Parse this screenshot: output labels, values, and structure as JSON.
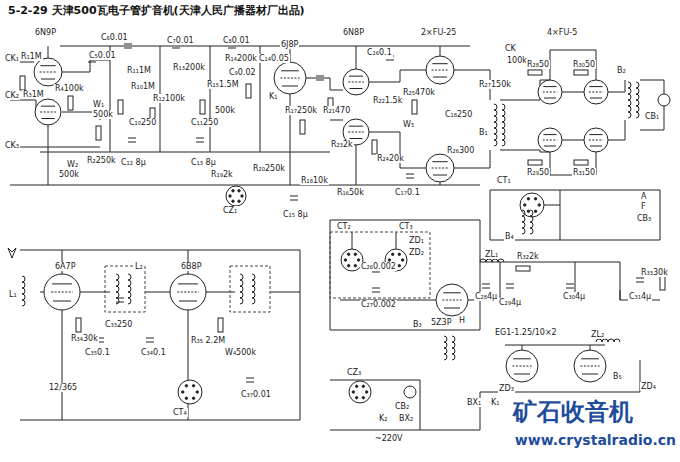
{
  "diagram": {
    "title": "5-2-29 天津500瓦电子管扩音机(天津人民广播器材厂出品)",
    "labels": [
      "CK₁",
      "R₁1M",
      "6N9P",
      "CK₂",
      "R₃1M",
      "CK₃",
      "W₂",
      "500k",
      "R₂250k",
      "R₄100k",
      "W₁",
      "500k",
      "C₅0.01",
      "C₆0.01",
      "C₇0.01",
      "C₈0.01",
      "R₁₁1M",
      "R₁₃200k",
      "R₁₄200k",
      "C₉0.02",
      "R₁₅1.5M",
      "K₁",
      "R₁₂100k",
      "C₁₀250",
      "C₁₁250",
      "R₁₀1M",
      "500k",
      "C₁₂ 8μ",
      "C₁₃ 8μ",
      "6J8P",
      "C₁₄0.05",
      "R₁₇250k",
      "R₁₉2k",
      "R₂₀250k",
      "CZ₁",
      "C₁₅ 8μ",
      "R₁₆50k",
      "R₁₈10k",
      "6N8P",
      "C₁₆0.1",
      "R₂₁470",
      "R₂₂1.5k",
      "R₂₃2k",
      "R₂₄20k",
      "C₁₇0.1",
      "2×FU-25",
      "R₂₅470k",
      "W₅",
      "C₁₈250",
      "R₂₆300",
      "R₂₇150k",
      "CK",
      "100k",
      "B₁",
      "4×FU-5",
      "R₂₈50",
      "R₃₀50",
      "R₂₉50",
      "R₃₁50",
      "B₂",
      "CB₁",
      "CT₁",
      "B₄",
      "A",
      "F",
      "CB₃",
      "CT₂",
      "CT₃",
      "ZD₁",
      "ZD₂",
      "C₂₆0.002",
      "C₂₇0.002",
      "5Z3P",
      "ZL₁",
      "R₃₂2k",
      "C₂₈4μ",
      "C₂₉4μ",
      "C₃₀4μ",
      "C₃₁4μ",
      "R₃₃30k",
      "B₃",
      "H",
      "EG1-1.25/10×2",
      "ZL₂",
      "ZD₃",
      "ZD₄",
      "B₅",
      "6A7P",
      "6B8P",
      "L₁",
      "R₃₄30k",
      "C₃₃250",
      "L₂",
      "C₃₄0.1",
      "C₃₅0.1",
      "R₃₅ 2.2M",
      "W₄500k",
      "C₃₇0.01",
      "12/365",
      "CT₄",
      "CZ₃",
      "CB₂",
      "K₂",
      "BX₂",
      "BX₁",
      "K₁",
      "~220V",
      "矿石收音机",
      "www.crystalradio.cn"
    ]
  }
}
